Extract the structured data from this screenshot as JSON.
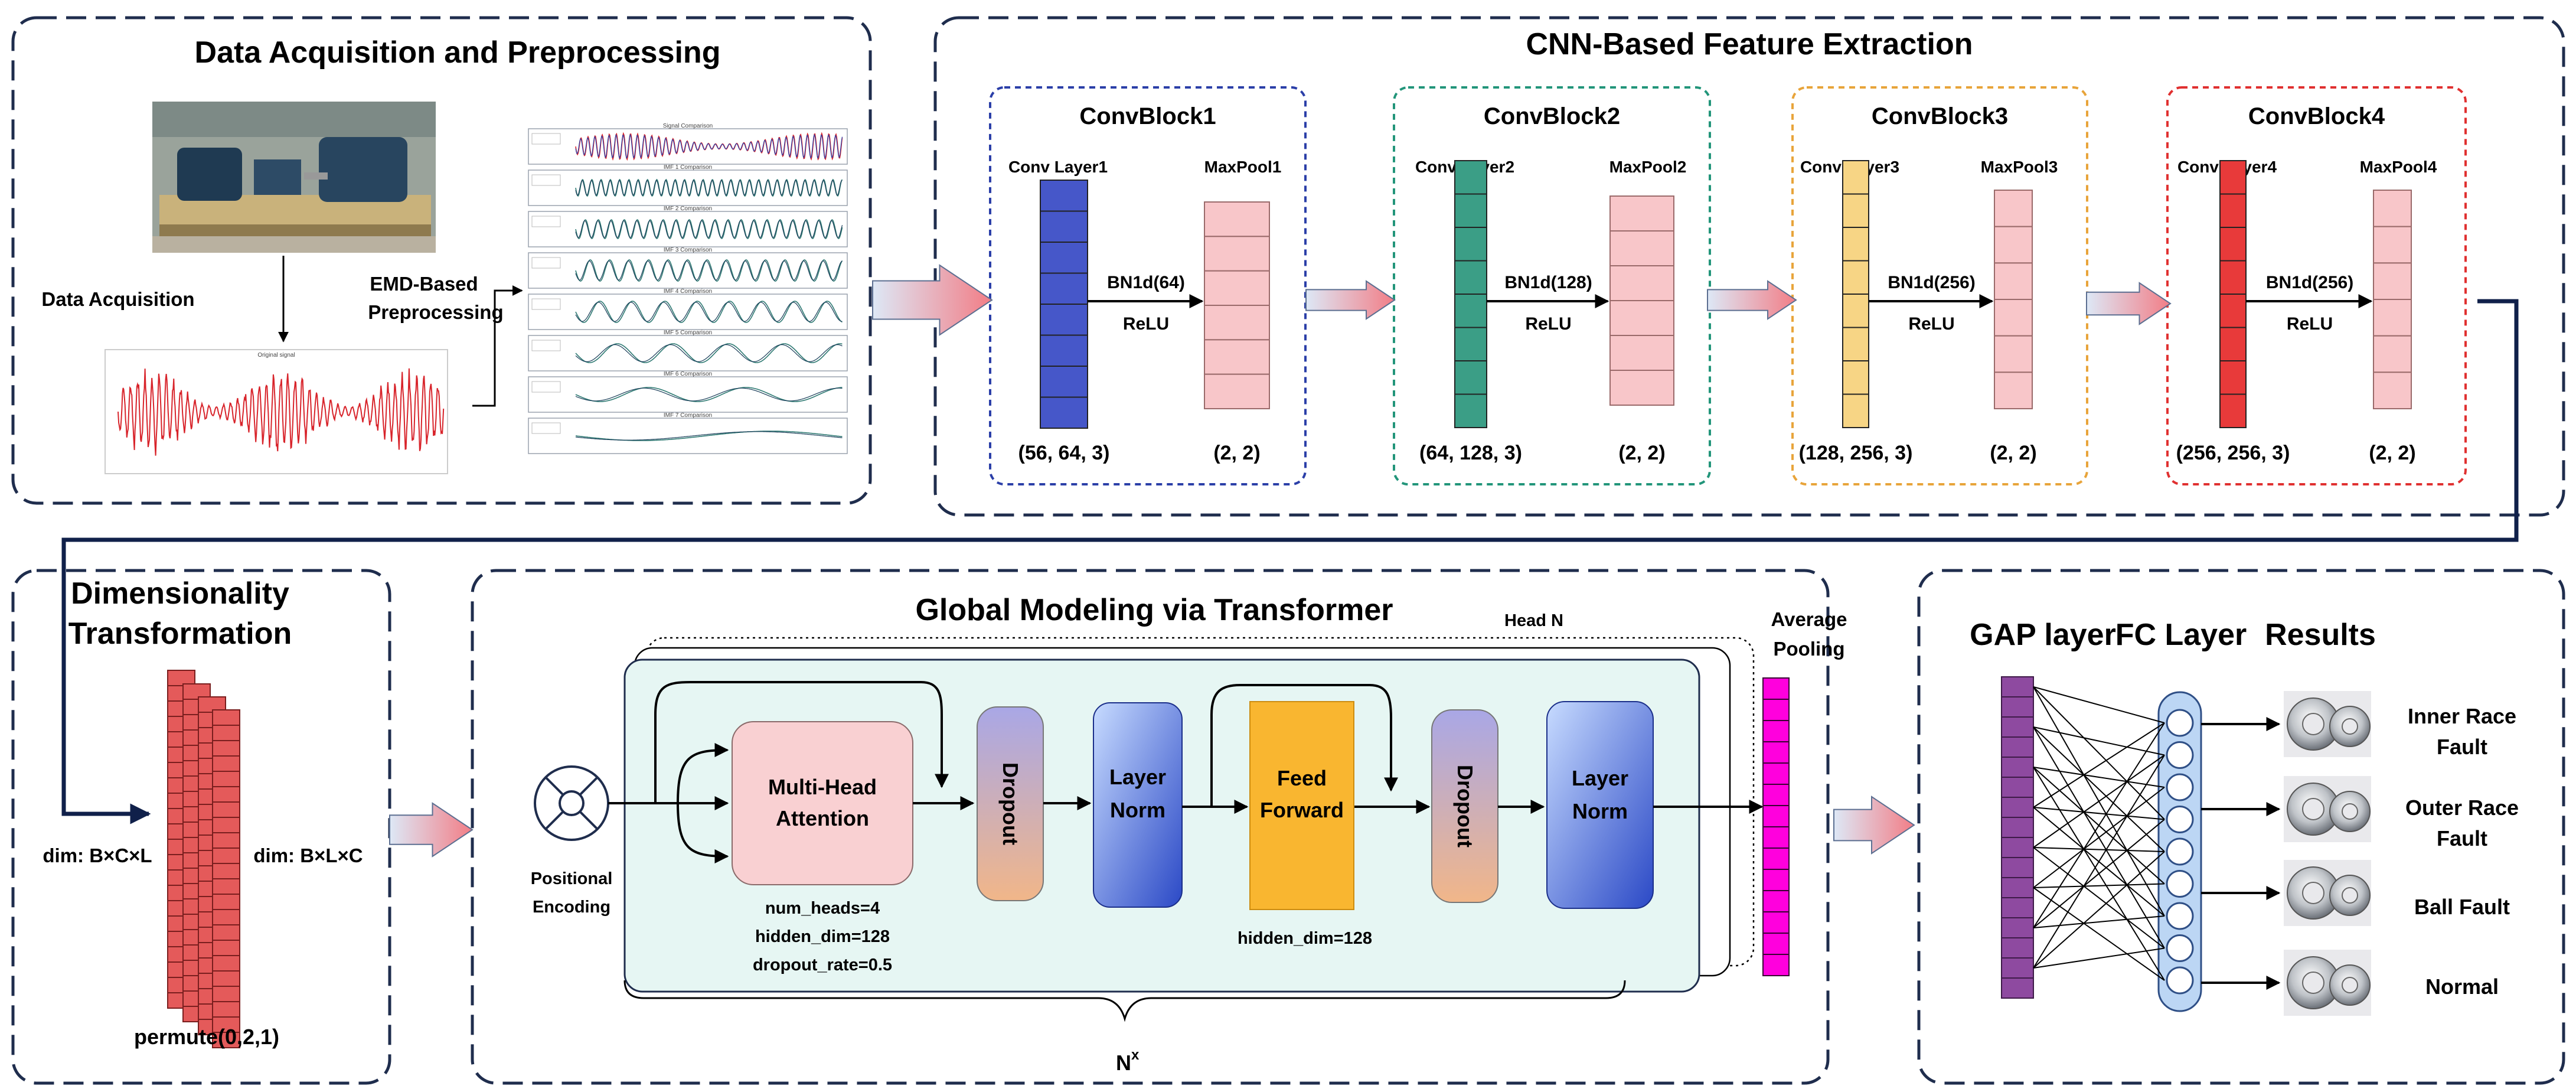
{
  "sections": {
    "data_acq": "Data Acquisition and Preprocessing",
    "cnn": "CNN-Based Feature Extraction",
    "dim_title_1": "Dimensionality",
    "dim_title_2": "Transformation",
    "transformer": "Global Modeling via Transformer"
  },
  "data_acq": {
    "acq_label": "Data Acquisition",
    "emd_1": "EMD-Based",
    "emd_2": "Preprocessing",
    "plot_title_top": "Original signal",
    "stack_titles": [
      "Signal Comparison",
      "IMF 1 Comparison",
      "IMF 2 Comparison",
      "IMF 3 Comparison",
      "IMF 4 Comparison",
      "IMF 5 Comparison",
      "IMF 6 Comparison",
      "IMF 7 Comparison"
    ]
  },
  "blocks": [
    {
      "title": "ConvBlock1",
      "conv": "Conv Layer1",
      "pool": "MaxPool1",
      "bn": "BN1d(64)",
      "act": "ReLU",
      "conv_dim": "(56, 64, 3)",
      "pool_dim": "(2, 2)"
    },
    {
      "title": "ConvBlock2",
      "conv": "Conv Layer2",
      "pool": "MaxPool2",
      "bn": "BN1d(128)",
      "act": "ReLU",
      "conv_dim": "(64, 128, 3)",
      "pool_dim": "(2, 2)"
    },
    {
      "title": "ConvBlock3",
      "conv": "Conv Layer3",
      "pool": "MaxPool3",
      "bn": "BN1d(256)",
      "act": "ReLU",
      "conv_dim": "(128, 256, 3)",
      "pool_dim": "(2, 2)"
    },
    {
      "title": "ConvBlock4",
      "conv": "Conv Layer4",
      "pool": "MaxPool4",
      "bn": "BN1d(256)",
      "act": "ReLU",
      "conv_dim": "(256, 256, 3)",
      "pool_dim": "(2, 2)"
    }
  ],
  "dim": {
    "left": "dim: B×C×L",
    "right": "dim: B×L×C",
    "op": "permute(0,2,1)"
  },
  "transformer": {
    "pos_1": "Positional",
    "pos_2": "Encoding",
    "head_n": "Head N",
    "mha_1": "Multi-Head",
    "mha_2": "Attention",
    "dropout": "Dropout",
    "layer": "Layer",
    "norm": "Norm",
    "feed": "Feed",
    "forward": "Forward",
    "params": [
      "num_heads=4",
      "hidden_dim=128",
      "dropout_rate=0.5"
    ],
    "ff_param": "hidden_dim=128",
    "avg_1": "Average",
    "avg_2": "Pooling",
    "repeat_base": "N",
    "repeat_sup": "x"
  },
  "output": {
    "gap": "GAP layer",
    "fc": "FC Layer",
    "results": "Results",
    "classes": [
      {
        "line1": "Inner Race",
        "line2": "Fault"
      },
      {
        "line1": "Outer Race",
        "line2": "Fault"
      },
      {
        "line1": "Ball Fault",
        "line2": ""
      },
      {
        "line1": "Normal",
        "line2": ""
      }
    ]
  },
  "colors": {
    "frame": "#1f2d4d",
    "block_borders": [
      "#2b3fa8",
      "#22957a",
      "#e8a43a",
      "#e03030"
    ],
    "conv_fills": [
      "#4657c9",
      "#3b9e86",
      "#f7d585",
      "#e83a3a"
    ],
    "pool_fill": "#f8c6c9",
    "fat_arrow": "#f08080",
    "magenta": "#ff00dd",
    "gap_purple": "#8e4aa0",
    "fc_blue": "#bcd6f4"
  }
}
